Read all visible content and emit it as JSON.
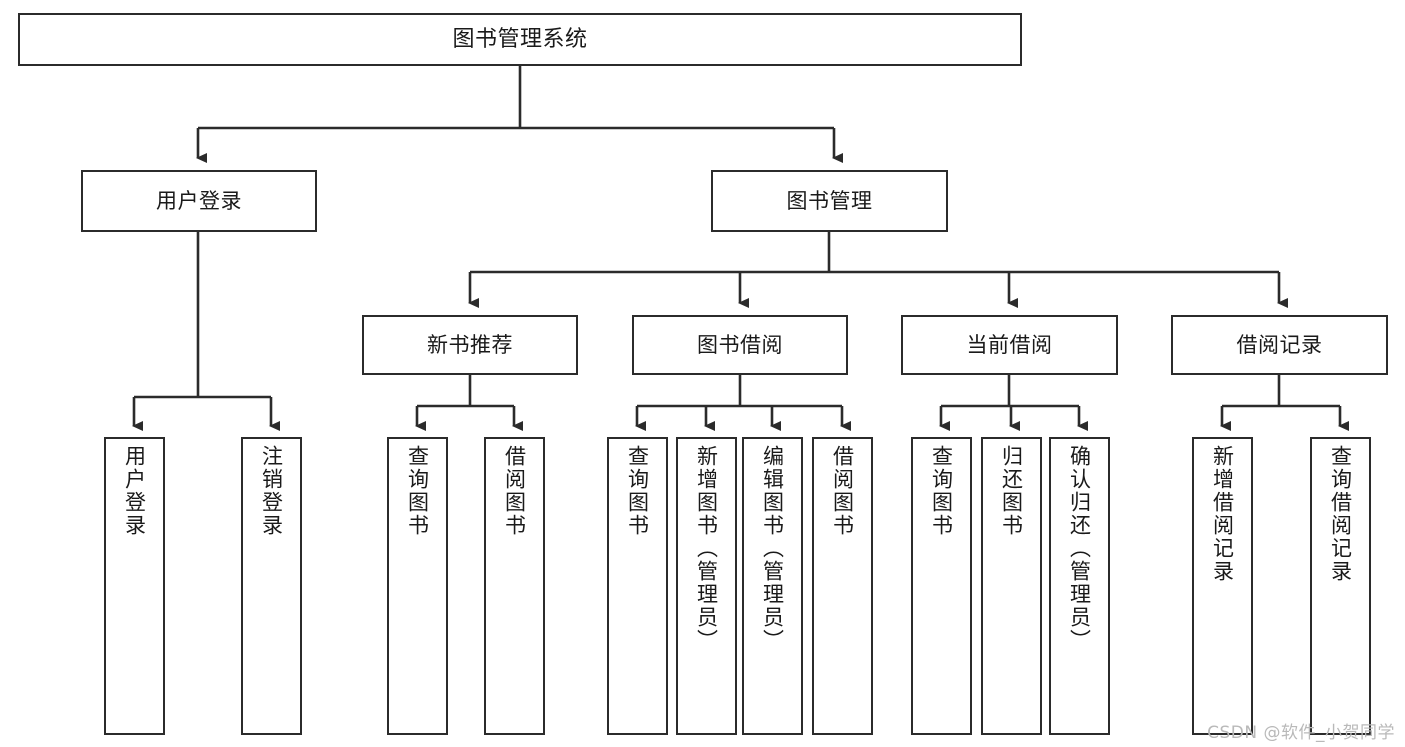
{
  "diagram": {
    "title": "图书管理系统",
    "watermark": "CSDN @软件_小贺同学",
    "colors": {
      "stroke": "#2b2b2b",
      "fill": "#ffffff",
      "text": "#1a1a1a",
      "watermark": "#b9b9b9"
    },
    "levels": {
      "root": {
        "label": "图书管理系统"
      },
      "level1": [
        {
          "label": "用户登录"
        },
        {
          "label": "图书管理"
        }
      ],
      "level2": [
        {
          "label": "新书推荐"
        },
        {
          "label": "图书借阅"
        },
        {
          "label": "当前借阅"
        },
        {
          "label": "借阅记录"
        }
      ],
      "leaves": {
        "user_login": [
          {
            "label": "用户登录"
          },
          {
            "label": "注销登录"
          }
        ],
        "new_book_recommend": [
          {
            "label": "查询图书"
          },
          {
            "label": "借阅图书"
          }
        ],
        "book_borrow": [
          {
            "label": "查询图书"
          },
          {
            "label": "新增图书（管理员）"
          },
          {
            "label": "编辑图书（管理员）"
          },
          {
            "label": "借阅图书"
          }
        ],
        "current_borrow": [
          {
            "label": "查询图书"
          },
          {
            "label": "归还图书"
          },
          {
            "label": "确认归还（管理员）"
          }
        ],
        "borrow_record": [
          {
            "label": "新增借阅记录"
          },
          {
            "label": "查询借阅记录"
          }
        ]
      }
    }
  }
}
